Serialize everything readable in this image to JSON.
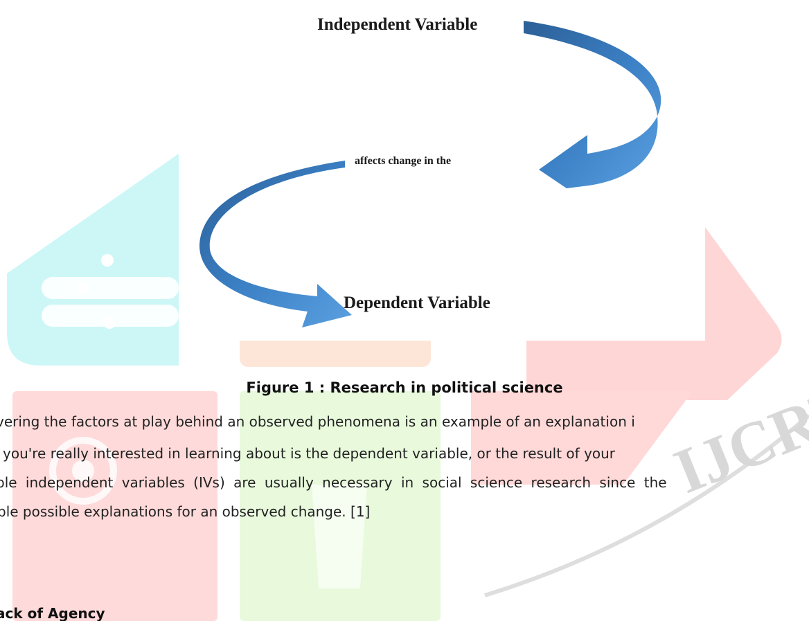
{
  "figure": {
    "labels": {
      "independent": "Independent Variable",
      "affects": "affects change in the",
      "dependent": "Dependent Variable"
    },
    "arrow_color": "#3b7fc4",
    "caption": "Figure 1 : Research in political science"
  },
  "body": {
    "lines": [
      "vering the factors at play behind an observed phenomena is an example of an explanation i",
      " you're really interested in learning about is the dependent variable, or the result of your",
      "ple independent variables (IVs) are usually necessary in social science research since the",
      "ble possible explanations for an observed change. [1]"
    ],
    "heading": "ack of Agency"
  },
  "watermark": {
    "text": "IJCRT",
    "colors": {
      "cyan": "#c8f6f6",
      "orange": "#fde8dc",
      "red": "#ffd4d4",
      "green": "#e6f8d8",
      "gray": "#e4e4e4"
    }
  }
}
